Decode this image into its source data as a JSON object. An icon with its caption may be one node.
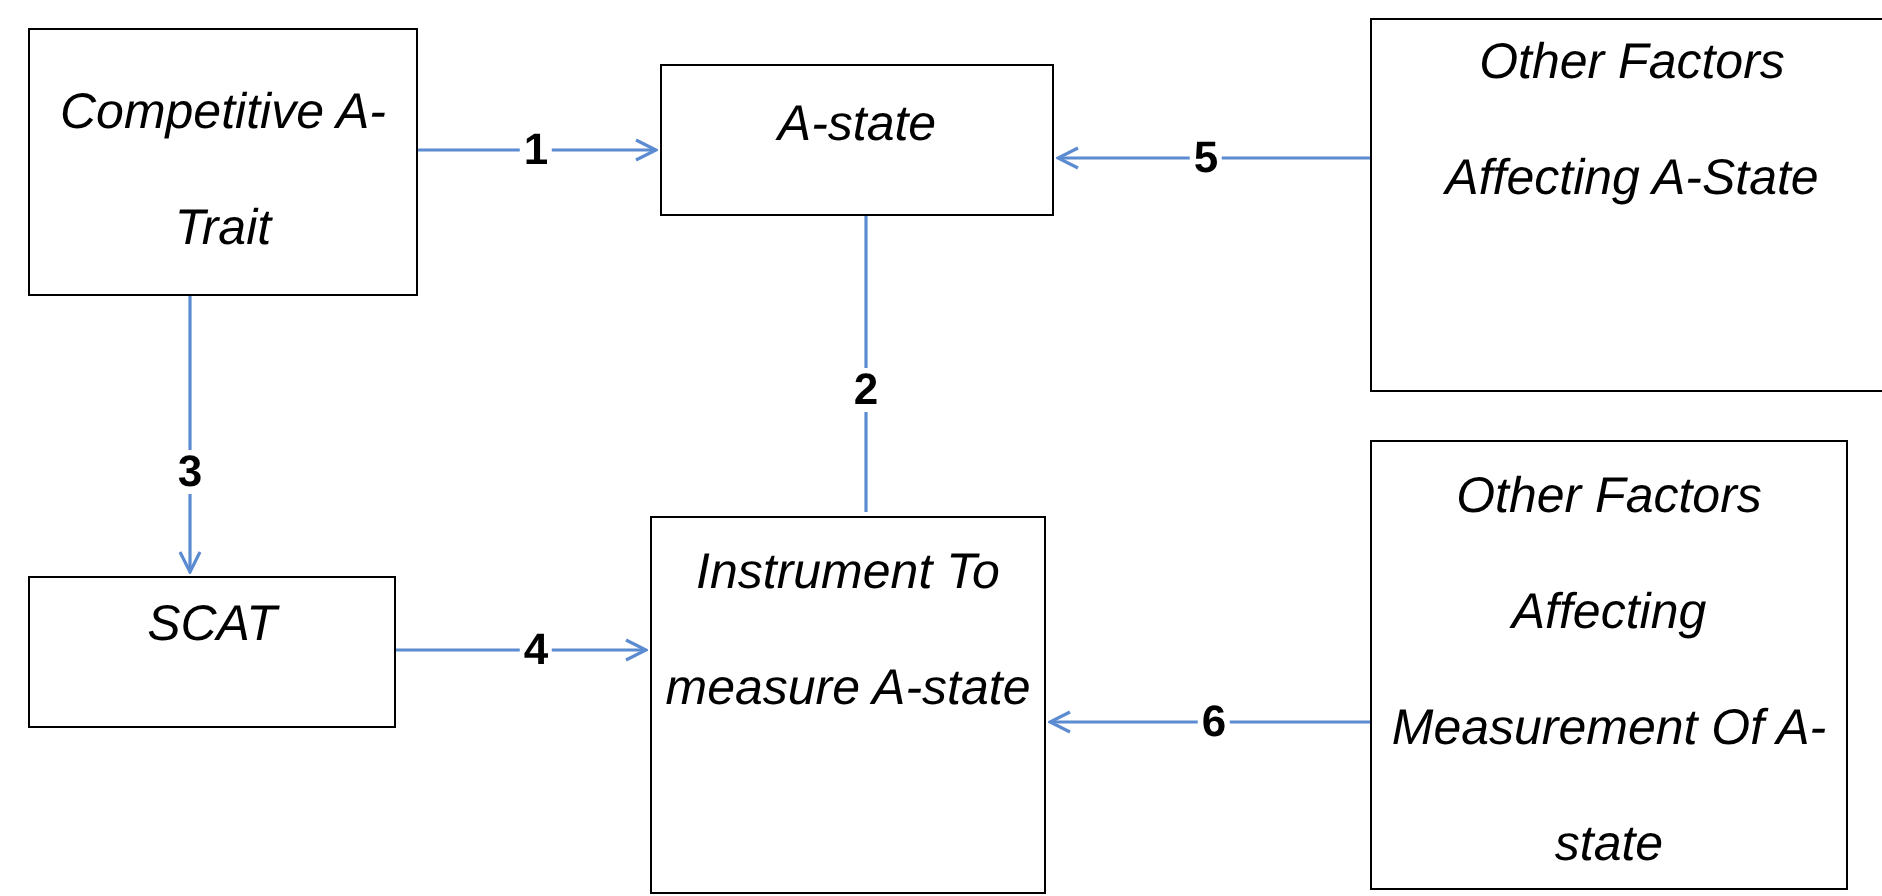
{
  "diagram": {
    "nodes": [
      {
        "text": [
          "Competitive A-Trait"
        ]
      },
      {
        "text": [
          "A-state"
        ]
      },
      {
        "text": [
          "Other Factors Affecting A-State"
        ]
      },
      {
        "text": [
          "SCAT"
        ]
      },
      {
        "text": [
          "Instrument To measure A-state"
        ]
      },
      {
        "text": [
          "Other Factors Affecting Measurement Of A-state"
        ]
      }
    ],
    "edges": [
      {
        "from": 0,
        "to": 1,
        "arrow": "to",
        "label": "1"
      },
      {
        "from": 1,
        "to": 4,
        "arrow": "none",
        "label": "2"
      },
      {
        "from": 0,
        "to": 3,
        "arrow": "to",
        "label": "3"
      },
      {
        "from": 3,
        "to": 4,
        "arrow": "to",
        "label": "4"
      },
      {
        "from": 2,
        "to": 1,
        "arrow": "to",
        "label": "5"
      },
      {
        "from": 5,
        "to": 4,
        "arrow": "to",
        "label": "6"
      }
    ]
  }
}
